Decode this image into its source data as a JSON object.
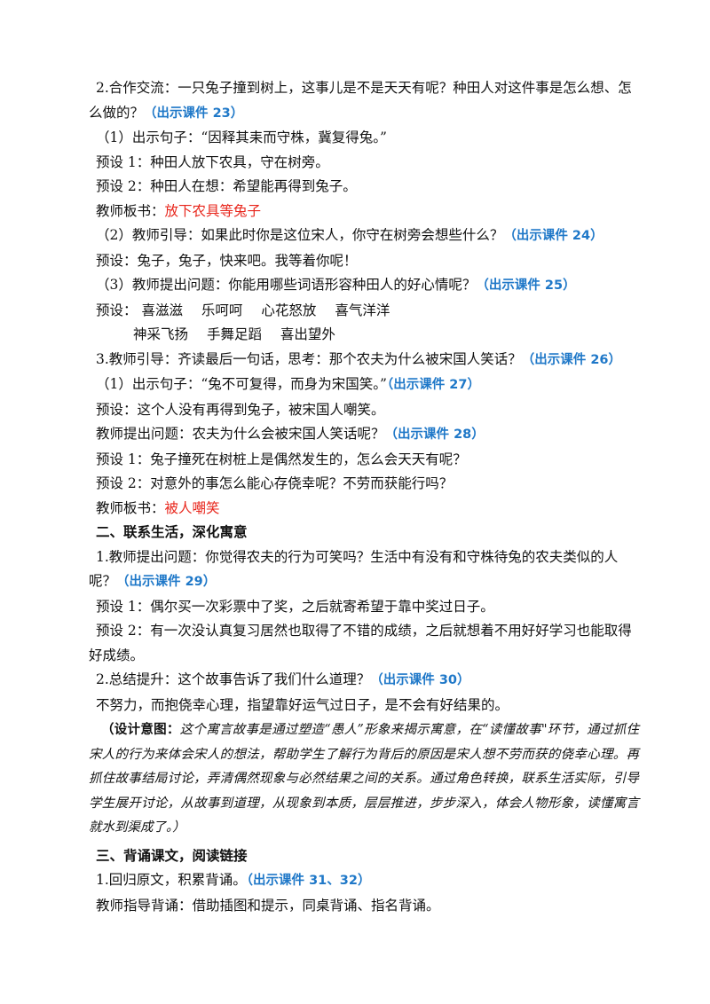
{
  "p1": {
    "text": "2.合作交流：一只兔子撞到树上，这事儿是不是天天有呢？种田人对这件事是怎么想、怎么做的？",
    "ppt": "（出示课件 23）"
  },
  "p2": "（1）出示句子：“因释其耒而守株，冀复得兔。”",
  "p3": "预设 1：种田人放下农具，守在树旁。",
  "p4": "预设 2：种田人在想：希望能再得到兔子。",
  "p5": {
    "label": "教师板书：",
    "red": "放下农具等兔子"
  },
  "p6": {
    "text": "（2）教师引导：如果此时你是这位宋人，你守在树旁会想些什么？",
    "ppt": "（出示课件 24）"
  },
  "p7": "预设：兔子，兔子，快来吧。我等着你呢！",
  "p8": {
    "text": "（3）教师提出问题：你能用哪些词语形容种田人的好心情呢？",
    "ppt": "（出示课件 25）"
  },
  "p9": {
    "label": "预设：",
    "words1": [
      "喜滋滋",
      "乐呵呵",
      "心花怒放",
      "喜气洋洋"
    ],
    "words2": [
      "神采飞扬",
      "手舞足蹈",
      "喜出望外"
    ]
  },
  "p10": {
    "text": "3.教师引导：齐读最后一句话，思考：那个农夫为什么被宋国人笑话？",
    "ppt": "（出示课件 26）"
  },
  "p11": {
    "text": "（1）出示句子：“兔不可复得，而身为宋国笑。”",
    "ppt": "（出示课件 27）"
  },
  "p12": "预设：这个人没有再得到兔子，被宋国人嘲笑。",
  "p13": {
    "text": "教师提出问题：农夫为什么会被宋国人笑话呢？",
    "ppt": "（出示课件 28）"
  },
  "p14": "预设 1：兔子撞死在树桩上是偶然发生的，怎么会天天有呢？",
  "p15": "预设 2：对意外的事怎么能心存侥幸呢？不劳而获能行吗？",
  "p16": {
    "label": "教师板书：",
    "red": "被人嘲笑"
  },
  "h2": "二、联系生活，深化寓意",
  "p17": {
    "text": "1.教师提出问题：你觉得农夫的行为可笑吗？生活中有没有和守株待兔的农夫类似的人呢？",
    "ppt": "（出示课件 29）"
  },
  "p18": "预设 1：偶尔买一次彩票中了奖，之后就寄希望于靠中奖过日子。",
  "p19": "预设 2：有一次没认真复习居然也取得了不错的成绩，之后就想着不用好好学习也能取得好成绩。",
  "p20": {
    "text": "2.总结提升：这个故事告诉了我们什么道理？",
    "ppt": "（出示课件 30）"
  },
  "p21": "不努力，而抱侥幸心理，指望靠好运气过日子，是不会有好结果的。",
  "design": {
    "label": "（设计意图：",
    "text": "这个寓言故事是通过塑造“愚人”形象来揭示寓意，在“读懂故事\"环节，通过抓住宋人的行为来体会宋人的想法，帮助学生了解行为背后的原因是宋人想不劳而获的侥幸心理。再抓住故事结局讨论，弄清偶然现象与必然结果之间的关系。通过角色转换，联系生活实际，引导学生展开讨论，从故事到道理，从现象到本质，层层推进，步步深入，体会人物形象，读懂寓言就水到渠成了。）"
  },
  "h3": "三、背诵课文，阅读链接",
  "p22": {
    "text": "1.回归原文，积累背诵。",
    "ppt": "（出示课件 31、32）"
  },
  "p23": "教师指导背诵：借助插图和提示，同桌背诵、指名背诵。"
}
